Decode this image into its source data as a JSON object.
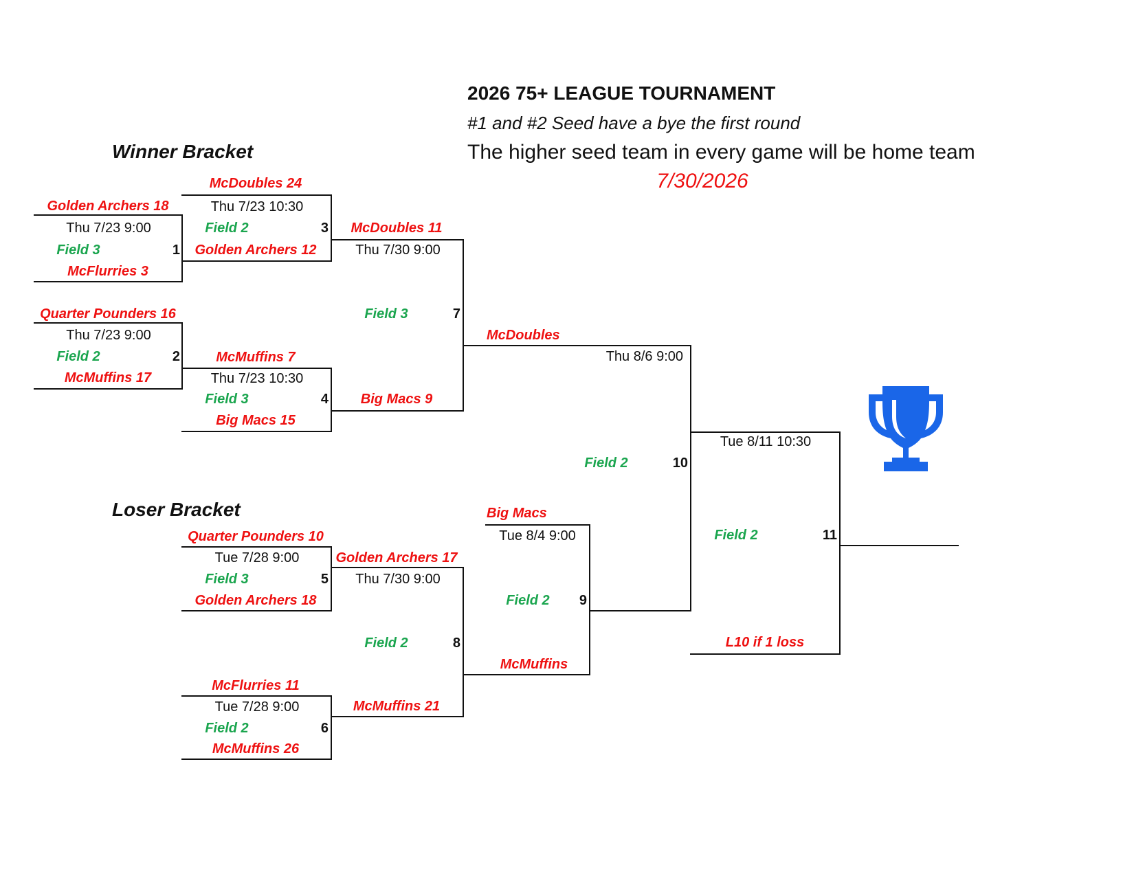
{
  "header": {
    "title": "2026 75+ LEAGUE TOURNAMENT",
    "bye_note": "#1 and #2 Seed have a bye the first round",
    "home_note": "The higher seed team in every game will be home team",
    "date": "7/30/2026"
  },
  "sections": {
    "winner": "Winner Bracket",
    "loser": "Loser Bracket"
  },
  "games": {
    "g1": {
      "number": "1",
      "top": "Golden Archers 18",
      "datetime": "Thu 7/23 9:00",
      "field": "Field 3",
      "bottom": "McFlurries 3"
    },
    "g2": {
      "number": "2",
      "top": "Quarter Pounders 16",
      "datetime": "Thu 7/23 9:00",
      "field": "Field 2",
      "bottom": "McMuffins 17"
    },
    "g3": {
      "number": "3",
      "top": "McDoubles 24",
      "datetime": "Thu 7/23 10:30",
      "field": "Field 2",
      "bottom": "Golden Archers 12"
    },
    "g4": {
      "number": "4",
      "top": "McMuffins 7",
      "datetime": "Thu 7/23 10:30",
      "field": "Field 3",
      "bottom": "Big Macs 15"
    },
    "g5": {
      "number": "5",
      "top": "Quarter Pounders 10",
      "datetime": "Tue 7/28 9:00",
      "field": "Field 3",
      "bottom": "Golden Archers 18"
    },
    "g6": {
      "number": "6",
      "top": "McFlurries 11",
      "datetime": "Tue 7/28 9:00",
      "field": "Field 2",
      "bottom": "McMuffins 26"
    },
    "g7": {
      "number": "7",
      "top": "McDoubles 11",
      "datetime": "Thu 7/30 9:00",
      "field": "Field 3",
      "bottom": "Big Macs 9"
    },
    "g8": {
      "number": "8",
      "top": "Golden Archers 17",
      "datetime": "Thu 7/30 9:00",
      "field": "Field 2",
      "bottom": "McMuffins 21"
    },
    "g9": {
      "number": "9",
      "top": "Big Macs",
      "datetime": "Tue 8/4 9:00",
      "field": "Field 2",
      "bottom": "McMuffins"
    },
    "g10": {
      "number": "10",
      "top": "McDoubles",
      "datetime": "Thu 8/6 9:00",
      "field": "Field 2"
    },
    "g11": {
      "number": "11",
      "datetime": "Tue 8/11 10:30",
      "field": "Field 2",
      "bottom": "L10 if 1 loss"
    }
  },
  "icons": {
    "champion": "trophy-icon"
  },
  "colors": {
    "team": "#ee1111",
    "field": "#1aa54e",
    "trophy": "#1a66e8",
    "line": "#111111"
  }
}
